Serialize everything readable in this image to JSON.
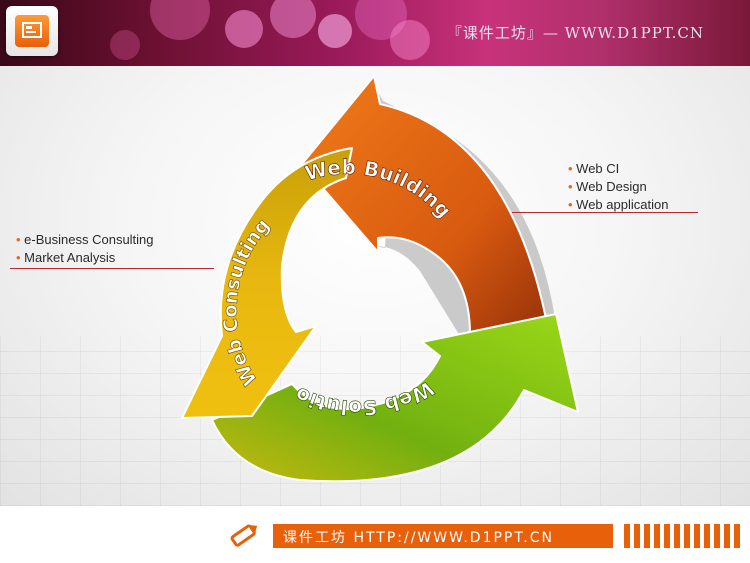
{
  "header": {
    "site_text": "『课件工坊』— WWW.D1PPT.CN"
  },
  "diagram": {
    "segments": [
      {
        "label": "Web Building",
        "color": "#e05a10"
      },
      {
        "label": "Web Solution",
        "color": "#7cc010"
      },
      {
        "label": "Web Consulting",
        "color": "#e8b010"
      }
    ]
  },
  "bullets_right": [
    "Web CI",
    "Web Design",
    "Web application"
  ],
  "bullets_left": [
    "e-Business Consulting",
    "Market Analysis"
  ],
  "footer": {
    "text": "课件工坊 HTTP://WWW.D1PPT.CN"
  }
}
